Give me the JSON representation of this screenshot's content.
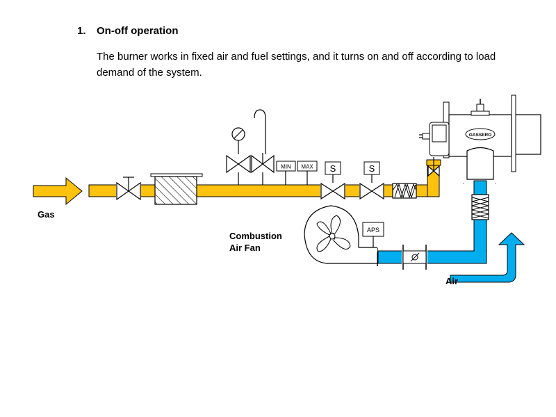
{
  "section": {
    "number": "1.",
    "title": "On-off operation",
    "paragraph": "The burner works in fixed air and fuel settings, and it turns on and off according to load demand of the system."
  },
  "diagram": {
    "gas_label": "Gas",
    "air_label": "Air",
    "fan_label_line1": "Combustion",
    "fan_label_line2": "Air Fan",
    "min_label": "MIN",
    "max_label": "MAX",
    "solenoid1_label": "S",
    "solenoid2_label": "S",
    "aps_label": "APS",
    "burner_brand": "GASSERO",
    "colors": {
      "gas_pipe": "#FFC20E",
      "air_pipe": "#00AEEF",
      "outline": "#000000"
    }
  }
}
